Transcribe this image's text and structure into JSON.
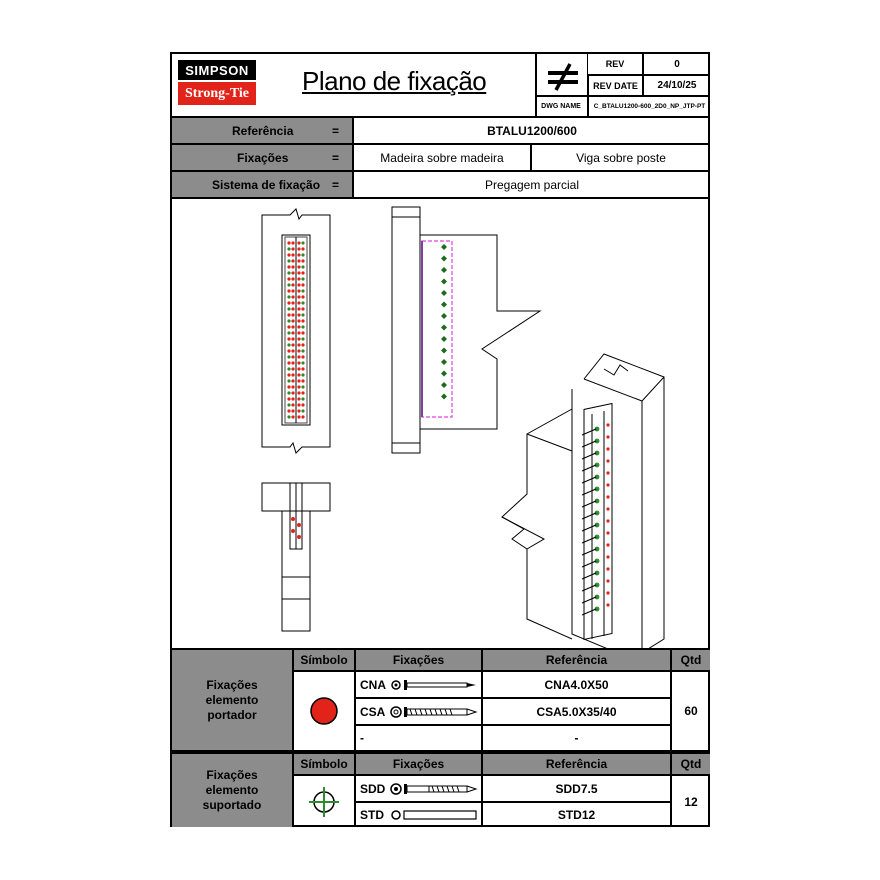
{
  "header": {
    "logo_top": "SIMPSON",
    "logo_bottom": "Strong-Tie",
    "title": "Plano de fixação",
    "rev_label": "REV",
    "rev_value": "0",
    "rev_date_label": "REV DATE",
    "rev_date_value": "24/10/25",
    "dwg_name_label": "DWG NAME",
    "dwg_name_value": "C_BTALU1200-600_2D0_NP_JTP-PT"
  },
  "info": {
    "referencia_label": "Referência",
    "referencia_value": "BTALU1200/600",
    "fixacoes_label": "Fixações",
    "fixacoes_value1": "Madeira sobre madeira",
    "fixacoes_value2": "Viga sobre poste",
    "sistema_label": "Sistema de fixação",
    "sistema_value": "Pregagem parcial",
    "equals": "="
  },
  "table1": {
    "group_label": "Fixações elemento portador",
    "col_simbolo": "Símbolo",
    "col_fixacoes": "Fixações",
    "col_referencia": "Referência",
    "col_qtd": "Qtd",
    "rows": [
      {
        "fix": "CNA",
        "ref": "CNA4.0X50"
      },
      {
        "fix": "CSA",
        "ref": "CSA5.0X35/40"
      },
      {
        "fix": "-",
        "ref": "-"
      }
    ],
    "qtd": "60",
    "symbol_color": "#e2231a"
  },
  "table2": {
    "group_label": "Fixações elemento suportado",
    "col_simbolo": "Símbolo",
    "col_fixacoes": "Fixações",
    "col_referencia": "Referência",
    "col_qtd": "Qtd",
    "rows": [
      {
        "fix": "SDD",
        "ref": "SDD7.5"
      },
      {
        "fix": "STD",
        "ref": "STD12"
      }
    ],
    "qtd": "12",
    "symbol_color": "#2e8b2e"
  },
  "icons": {
    "not_equal": "not-equal-icon",
    "symbol1": "red-circle-icon",
    "symbol2": "crosshair-icon"
  }
}
